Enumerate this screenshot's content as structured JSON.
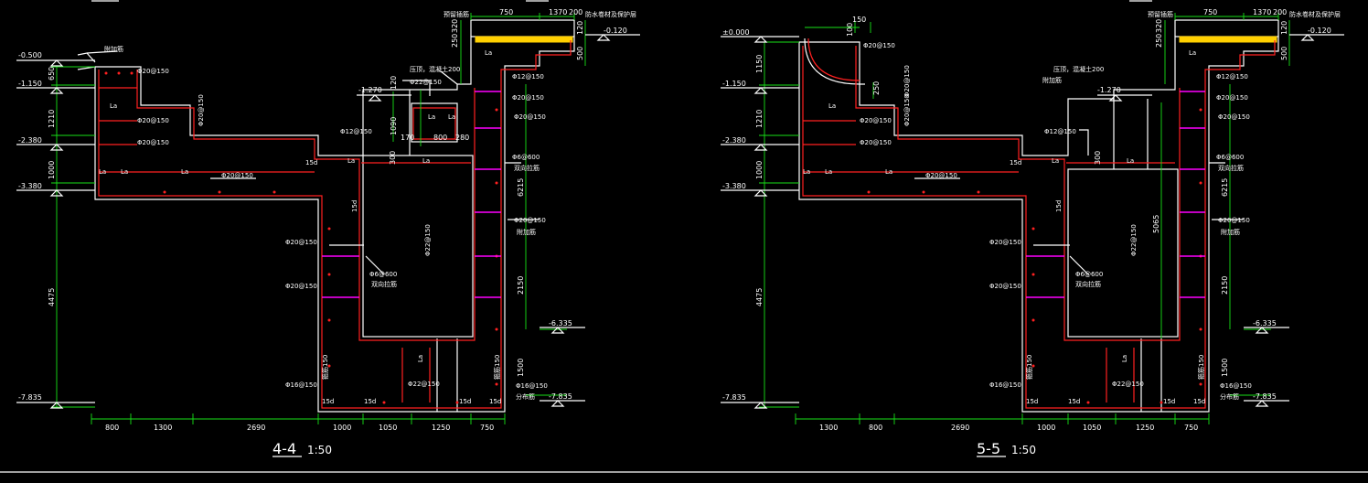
{
  "drawings": [
    {
      "title": "4-4",
      "scale": "1:50",
      "levels": [
        "-0.500",
        "-1.150",
        "-2.380",
        "-3.380",
        "-7.835",
        "-1.270",
        "-0.120",
        "-6.335",
        "-7.835"
      ],
      "left_dims": [
        "650",
        "1210",
        "1000",
        "4475"
      ],
      "bottom_dims": [
        "800",
        "1300",
        "2690",
        "1000",
        "1050",
        "1250",
        "750"
      ],
      "top_dims": [
        "750",
        "1370",
        "200"
      ],
      "top_side_dims": [
        "250",
        "320",
        "120",
        "500"
      ],
      "inner_dims": [
        "120",
        "1090",
        "800",
        "280",
        "170",
        "300",
        "2150",
        "6215",
        "1500"
      ],
      "rebar_labels": [
        "Φ20@150",
        "Φ20@150",
        "Φ20@150",
        "Φ20@150",
        "Φ20@150",
        "Φ20@150",
        "Φ12@150",
        "Φ22@150",
        "Φ12@150",
        "Φ20@150",
        "Φ20@150",
        "Φ22@150",
        "Φ16@150",
        "Φ22@150",
        "Φ6@600",
        "Φ20@150",
        "Φ16@150",
        "Φ6@600",
        "Φ20@150"
      ],
      "notes": [
        "预留插筋",
        "防水卷材及保护层",
        "压顶，混凝土200",
        "双向拉筋",
        "附加筋",
        "附加筋",
        "双向拉筋",
        "分布筋",
        "箍筋150",
        "箍筋150"
      ],
      "la": [
        "La",
        "La",
        "La",
        "La",
        "La",
        "La",
        "La",
        "La",
        "La",
        "La"
      ],
      "d15": [
        "15d",
        "15d",
        "15d",
        "15d",
        "15d",
        "15d"
      ]
    },
    {
      "title": "5-5",
      "scale": "1:50",
      "levels": [
        "±0.000",
        "-1.150",
        "-2.380",
        "-3.380",
        "-7.835",
        "-1.270",
        "-0.120",
        "-6.335",
        "-7.835"
      ],
      "left_dims": [
        "1150",
        "1210",
        "1000",
        "4475"
      ],
      "bottom_dims": [
        "1300",
        "800",
        "2690",
        "1000",
        "1050",
        "1250",
        "750"
      ],
      "top_dims": [
        "750",
        "1370",
        "200"
      ],
      "top_small_dims": [
        "100",
        "150"
      ],
      "top_side_dims": [
        "250",
        "320",
        "120",
        "500"
      ],
      "inner_dims": [
        "250",
        "300",
        "5065",
        "2150",
        "6215",
        "1500"
      ],
      "rebar_labels": [
        "Φ20@150",
        "Φ20@150",
        "Φ20@150",
        "Φ20@150",
        "Φ20@150",
        "Φ20@150",
        "Φ12@150",
        "Φ12@150",
        "Φ20@150",
        "Φ20@150",
        "Φ22@150",
        "Φ16@150",
        "Φ22@150",
        "Φ6@600",
        "Φ20@150",
        "Φ16@150",
        "Φ6@600",
        "Φ20@150",
        "Φ20@150"
      ],
      "notes": [
        "预留插筋",
        "防水卷材及保护层",
        "压顶，混凝土200",
        "双向拉筋",
        "附加筋",
        "附加筋",
        "双向拉筋",
        "分布筋",
        "箍筋150",
        "箍筋150"
      ],
      "la": [
        "La",
        "La",
        "La",
        "La",
        "La",
        "La",
        "La",
        "La"
      ],
      "d15": [
        "15d",
        "15d",
        "15d",
        "15d",
        "15d",
        "15d"
      ]
    }
  ]
}
